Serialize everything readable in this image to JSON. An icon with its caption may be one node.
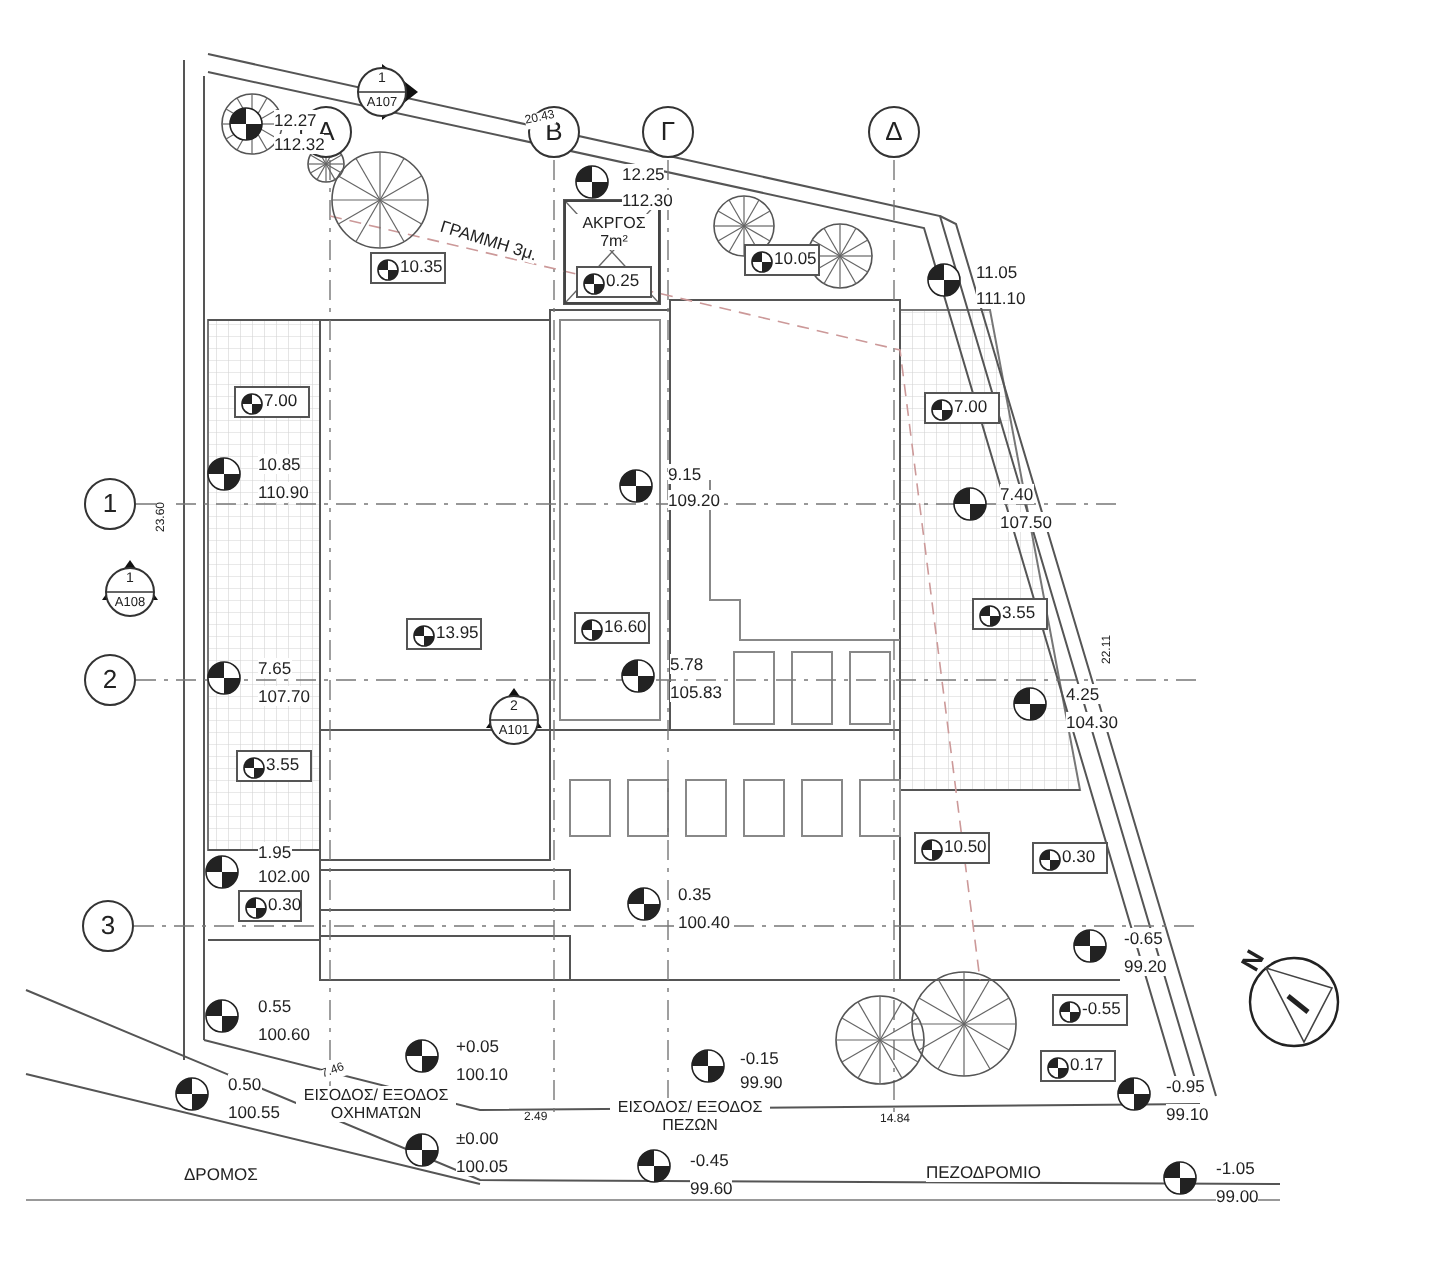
{
  "diagram": {
    "nodes": [
      {
        "text": [
          "1",
          "A107"
        ]
      },
      {
        "text": [
          "Α"
        ]
      },
      {
        "text": [
          "Β"
        ]
      },
      {
        "text": [
          "Γ"
        ]
      },
      {
        "text": [
          "Δ"
        ]
      },
      {
        "text": [
          "ΑΚΡΓΟΣ 7m²"
        ]
      },
      {
        "text": [
          "0.25"
        ],
        "in": 5
      },
      {
        "text": [
          "10.35"
        ]
      },
      {
        "text": [
          "10.05"
        ]
      },
      {
        "text": [
          "7.00"
        ]
      },
      {
        "text": [
          "7.00"
        ]
      },
      {
        "text": [
          "1"
        ]
      },
      {
        "text": [
          "1",
          "A108"
        ]
      },
      {
        "text": [
          "3.55"
        ]
      },
      {
        "text": [
          "16.60"
        ]
      },
      {
        "text": [
          "13.95"
        ]
      },
      {
        "text": [
          "2"
        ]
      },
      {
        "text": [
          "2",
          "A101"
        ]
      },
      {
        "text": [
          "3.55"
        ]
      },
      {
        "text": [
          "10.50"
        ]
      },
      {
        "text": [
          "0.30"
        ]
      },
      {
        "text": [
          "0.30"
        ]
      },
      {
        "text": [
          "3"
        ]
      },
      {
        "text": [
          "-0.55"
        ]
      },
      {
        "text": [
          "0.17"
        ]
      }
    ],
    "edges": [],
    "labels": [
      "12.27",
      "112.32",
      "20.43",
      "12.25",
      "112.30",
      "ΓΡΑΜΜΗ 3μ.",
      "11.05",
      "111.10",
      "10.85",
      "110.90",
      "9.15",
      "109.20",
      "7.40",
      "107.50",
      "23.60",
      "7.65",
      "107.70",
      "5.78",
      "105.83",
      "22.11",
      "4.25",
      "104.30",
      "1.95",
      "102.00",
      "0.35",
      "100.40",
      "-0.65",
      "99.20",
      "0.55",
      "100.60",
      "+0.05",
      "100.10",
      "0.50",
      "100.55",
      "-0.15",
      "99.90",
      "7.46",
      "ΕΙΣΟΔΟΣ/ ΕΞΟΔΟΣ ΟΧΗΜΑΤΩΝ",
      "-0.95",
      "99.10",
      "2.49",
      "ΕΙΣΟΔΟΣ/ ΕΞΟΔΟΣ ΠΕΖΩΝ",
      "14.84",
      "±0.00",
      "100.05",
      "ΔΡΟΜΟΣ",
      "-0.45",
      "99.60",
      "ΠΕΖΟΔΡΟΜΙΟ",
      "-1.05",
      "99.00",
      "N"
    ]
  }
}
